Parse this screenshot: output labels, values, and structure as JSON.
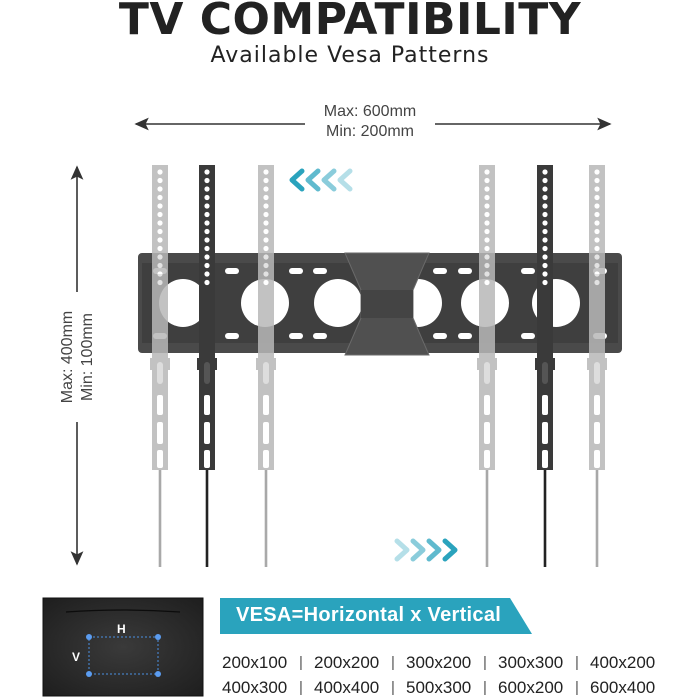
{
  "header": {
    "title": "TV COMPATIBILITY",
    "subtitle": "Available Vesa Patterns"
  },
  "dimensions": {
    "horizontal": {
      "max": "Max: 600mm",
      "min": "Min: 200mm"
    },
    "vertical": {
      "max": "Max: 400mm",
      "min": "Min: 100mm"
    }
  },
  "diagram": {
    "plate_color": "#4a4a4a",
    "rail_dark_color": "#3a3a3a",
    "rail_light_color": "#b8b8b8",
    "accent_color": "#2aa3bd",
    "arrows": {
      "top": "chevrons-left-icon",
      "bottom": "chevrons-right-icon"
    }
  },
  "legend": {
    "h_label": "H",
    "v_label": "V",
    "banner_text": "VESA=Horizontal x Vertical",
    "banner_color": "#2aa3bd",
    "sizes": [
      [
        "200x100",
        "200x200",
        "300x200",
        "300x300",
        "400x200"
      ],
      [
        "400x300",
        "400x400",
        "500x300",
        "600x200",
        "600x400"
      ]
    ],
    "separator": "|"
  }
}
